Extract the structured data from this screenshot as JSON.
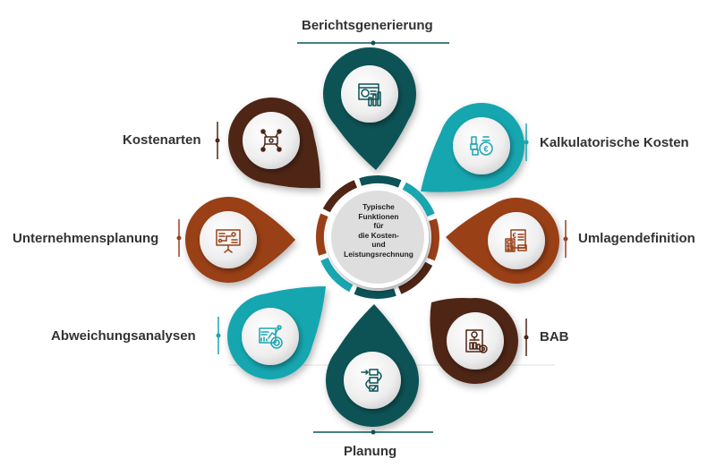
{
  "colors": {
    "dark_teal": "#0b5357",
    "teal": "#19a6b0",
    "dark_brown": "#4f2515",
    "rust": "#9a4018",
    "text": "#333333",
    "center_fill": "#dedede"
  },
  "center": {
    "lines": [
      "Typische",
      "Funktionen",
      "für",
      "die Kosten-",
      "und",
      "Leistungsrechnung"
    ]
  },
  "items": [
    {
      "id": "berichtsgenerierung",
      "label": "Berichtsgenerierung",
      "icon": "report-dashboard-icon",
      "color": "#0b5357"
    },
    {
      "id": "kalkulatorische-kosten",
      "label": "Kalkulatorische Kosten",
      "icon": "money-bag-euro-icon",
      "color": "#19a6b0"
    },
    {
      "id": "umlagendefinition",
      "label": "Umlagendefinition",
      "icon": "calculator-invoice-icon",
      "color": "#9a4018"
    },
    {
      "id": "bab",
      "label": "BAB",
      "icon": "document-gear-icon",
      "color": "#4f2515"
    },
    {
      "id": "planung",
      "label": "Planung",
      "icon": "workflow-checklist-icon",
      "color": "#0b5357"
    },
    {
      "id": "abweichungsanalysen",
      "label": "Abweichungsanalysen",
      "icon": "analytics-target-icon",
      "color": "#19a6b0"
    },
    {
      "id": "unternehmensplanung",
      "label": "Unternehmensplanung",
      "icon": "presentation-board-icon",
      "color": "#9a4018"
    },
    {
      "id": "kostenarten",
      "label": "Kostenarten",
      "icon": "money-network-icon",
      "color": "#4f2515"
    }
  ]
}
